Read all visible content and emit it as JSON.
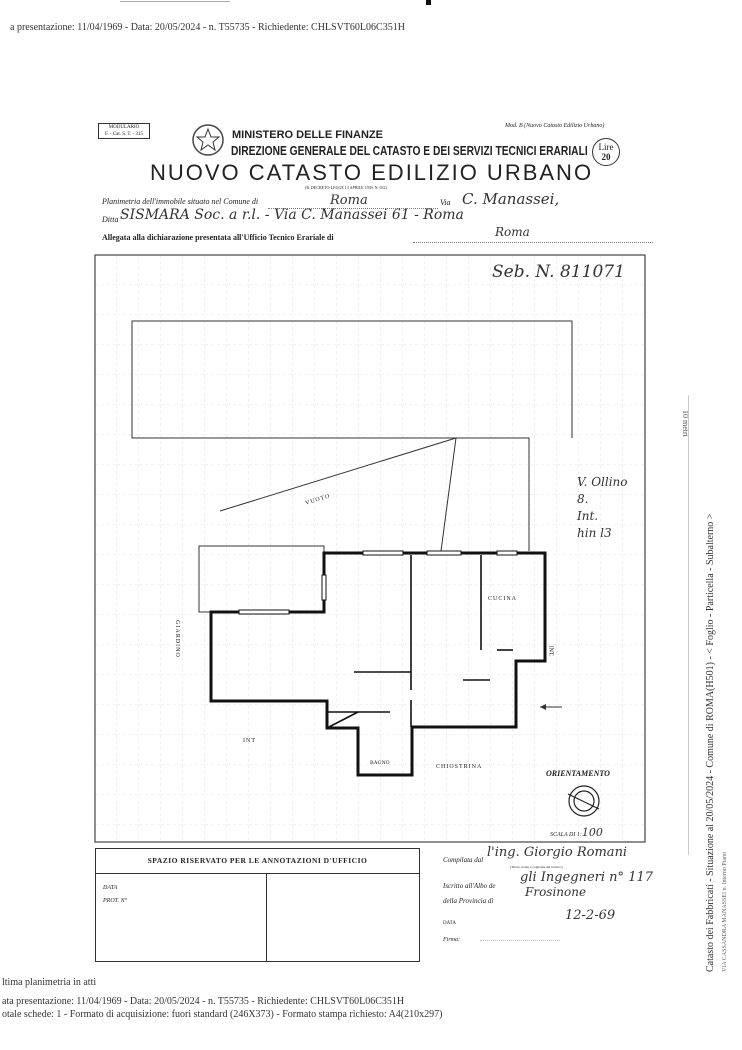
{
  "top_header": "a presentazione: 11/04/1969 - Data: 20/05/2024 - n. T55735 - Richiedente: CHLSVT60L06C351H",
  "form": {
    "modulario": "MODULARIO",
    "modulario_code": "F. - Cat. S. T. - 315",
    "model": "Mod. B (Nuovo Catasto Edilizio Urbano)",
    "ministry": "MINISTERO DELLE FINANZE",
    "direction": "DIREZIONE GENERALE DEL CATASTO E DEI SERVIZI TECNICI ERARIALI",
    "title": "NUOVO CATASTO EDILIZIO URBANO",
    "decree": "(R. DECRETO-LEGGE 13 APRILE 1939, N. 652)",
    "stamp_lire": "Lire",
    "stamp_value": "20",
    "comune_label": "Planimetria dell'immobile situato nel Comune di",
    "comune_value": "Roma",
    "via_label": "Via",
    "via_value": "C. Manassei,",
    "ditta_label": "Ditta",
    "ditta_value": "SISMARA Soc. a r.l. - Via C. Manassei 61 - Roma",
    "allegata_label": "Allegata alla dichiarazione presentata all'Ufficio Tecnico Erariale di",
    "allegata_value": "Roma"
  },
  "plan": {
    "scheda": "Seb. N. 811071",
    "address_note": [
      "V. Ollino",
      "8.",
      "Int.",
      "hin l3"
    ],
    "labels": {
      "vuoto": "VUOTO",
      "giardino": "GIARDINO",
      "cucina": "CUCINA",
      "int_right": "INT.",
      "int_left": "INT",
      "bagno": "BAGNO",
      "chiostrina": "CHIOSTRINA"
    },
    "orientation_label": "ORIENTAMENTO",
    "scale_label": "SCALA DI 1:",
    "scale_value": "100"
  },
  "annotations": {
    "title": "SPAZIO RISERVATO PER LE ANNOTAZIONI D'UFFICIO",
    "data_label": "DATA",
    "prot_label": "PROT. N°"
  },
  "compiler": {
    "compilata_label": "Compilata dal",
    "compilata_value": "l'ing. Giorgio Romani",
    "compilata_hint": "(Titolo, nome e cognome del tecnico)",
    "iscritto_label": "Iscritto all'Albo de",
    "iscritto_value": "gli Ingegneri n° 117",
    "provincia_label": "della Provincia di",
    "provincia_value": "Frosinone",
    "data_label": "DATA",
    "data_value": "12-2-69",
    "firma_label": "Firma:"
  },
  "side_text": {
    "line1": "Catasto dei Fabbricati - Situazione al 20/05/2024 - Comune di ROMA(H501) - < Foglio     - Particella     - Subalterno  >",
    "line2": "VIA CASSANDRA MANASSEI n.   Interno   Piano",
    "corner": "10 metri"
  },
  "footer": {
    "line1": "ltima planimetria in atti",
    "line2": "ata presentazione: 11/04/1969 - Data: 20/05/2024 - n. T55735 - Richiedente: CHLSVT60L06C351H",
    "line3": "otale schede: 1 - Formato di acquisizione: fuori standard (246X373) - Formato stampa richiesto: A4(210x297)"
  }
}
